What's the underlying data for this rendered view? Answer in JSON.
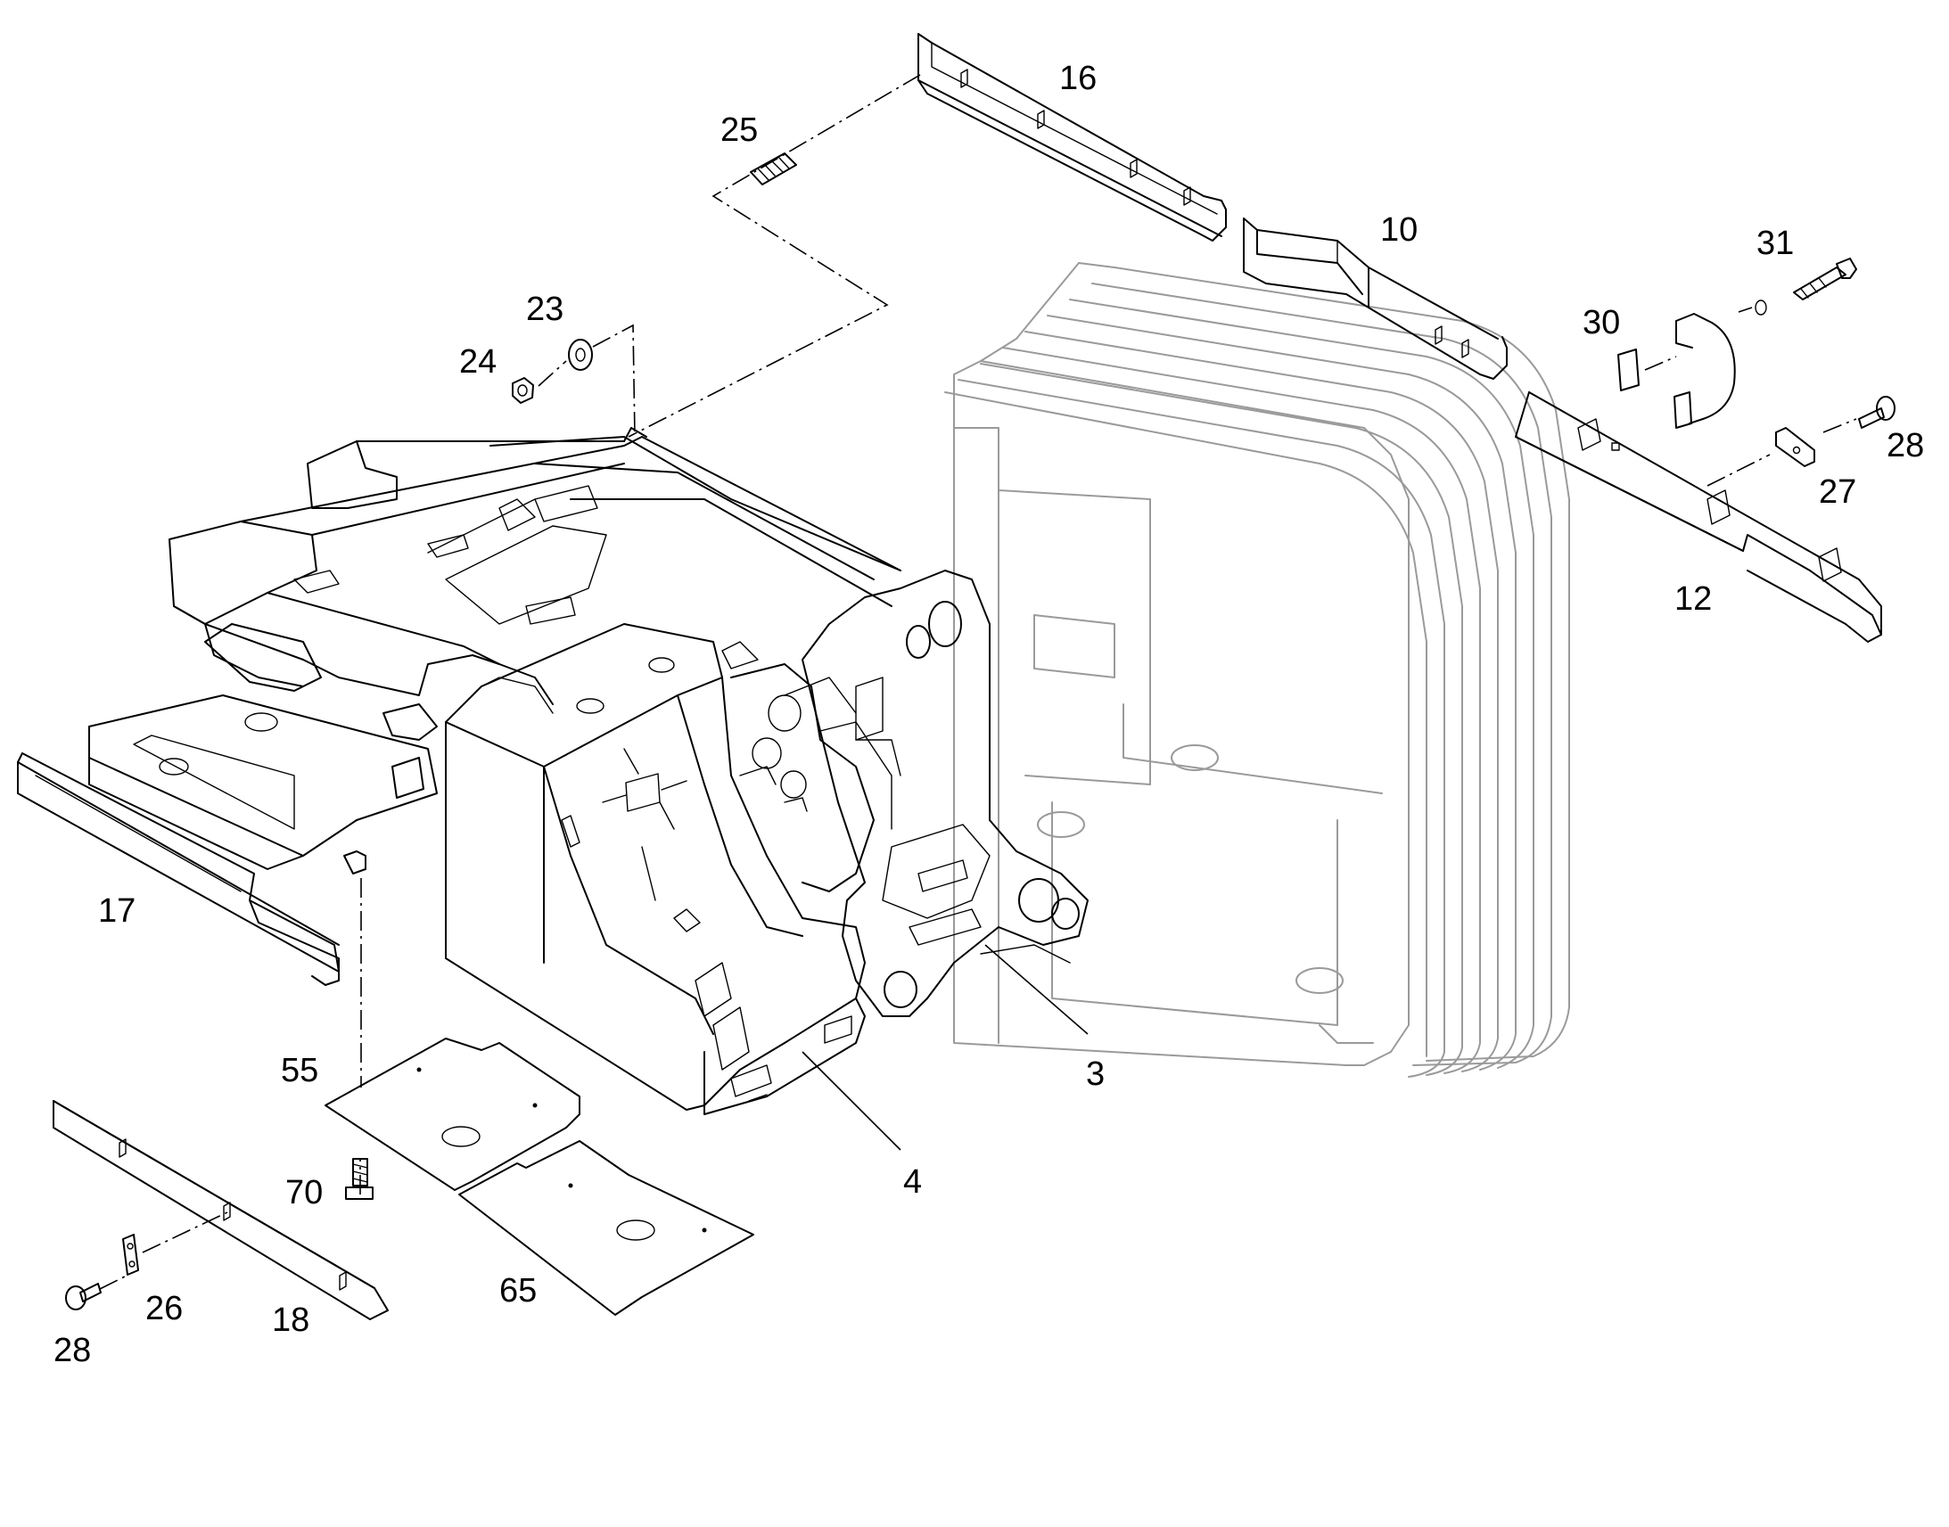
{
  "diagram": {
    "labels": {
      "p3": "3",
      "p4": "4",
      "p10": "10",
      "p12": "12",
      "p16": "16",
      "p17": "17",
      "p18": "18",
      "p23": "23",
      "p24": "24",
      "p25": "25",
      "p26": "26",
      "p27": "27",
      "p28a": "28",
      "p28b": "28",
      "p30": "30",
      "p31": "31",
      "p55": "55",
      "p65": "65",
      "p70": "70"
    },
    "colors": {
      "line": "#000000",
      "counterweight": "#9a9a9a",
      "background": "#ffffff"
    }
  }
}
